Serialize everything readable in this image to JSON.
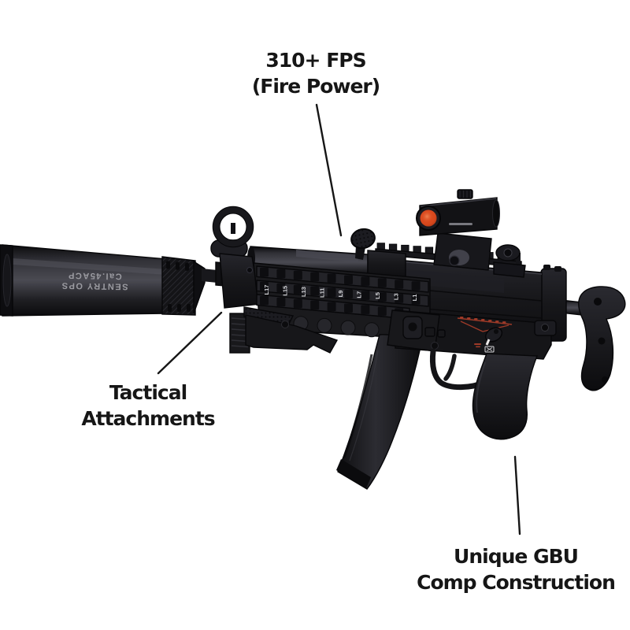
{
  "canvas": {
    "background": "#ffffff"
  },
  "callouts": {
    "fire_power": {
      "line1": "310+ FPS",
      "line2": "(Fire Power)"
    },
    "tactical": {
      "line1": "Tactical",
      "line2": "Attachments"
    },
    "construction": {
      "line1": "Unique GBU",
      "line2": "Comp Construction"
    }
  },
  "gun": {
    "suppressor_engraving": {
      "line1": "SENTRY OPS",
      "line2": "Cal.45ACP"
    },
    "rail_labels": [
      "L17",
      "L15",
      "L13",
      "L11",
      "L9",
      "L7",
      "L5",
      "L3",
      "L1"
    ],
    "colors": {
      "annotation": "#161616",
      "metal_dark": "#0c0c0e",
      "metal": "#1b1b1f",
      "metal_highlight": "#45454d",
      "red_dot_lens": "#d8481d",
      "selector_red": "#9e3a28",
      "engraving_gray": "#9b9ba1",
      "rail_label_gray": "#d7d8dc"
    }
  }
}
